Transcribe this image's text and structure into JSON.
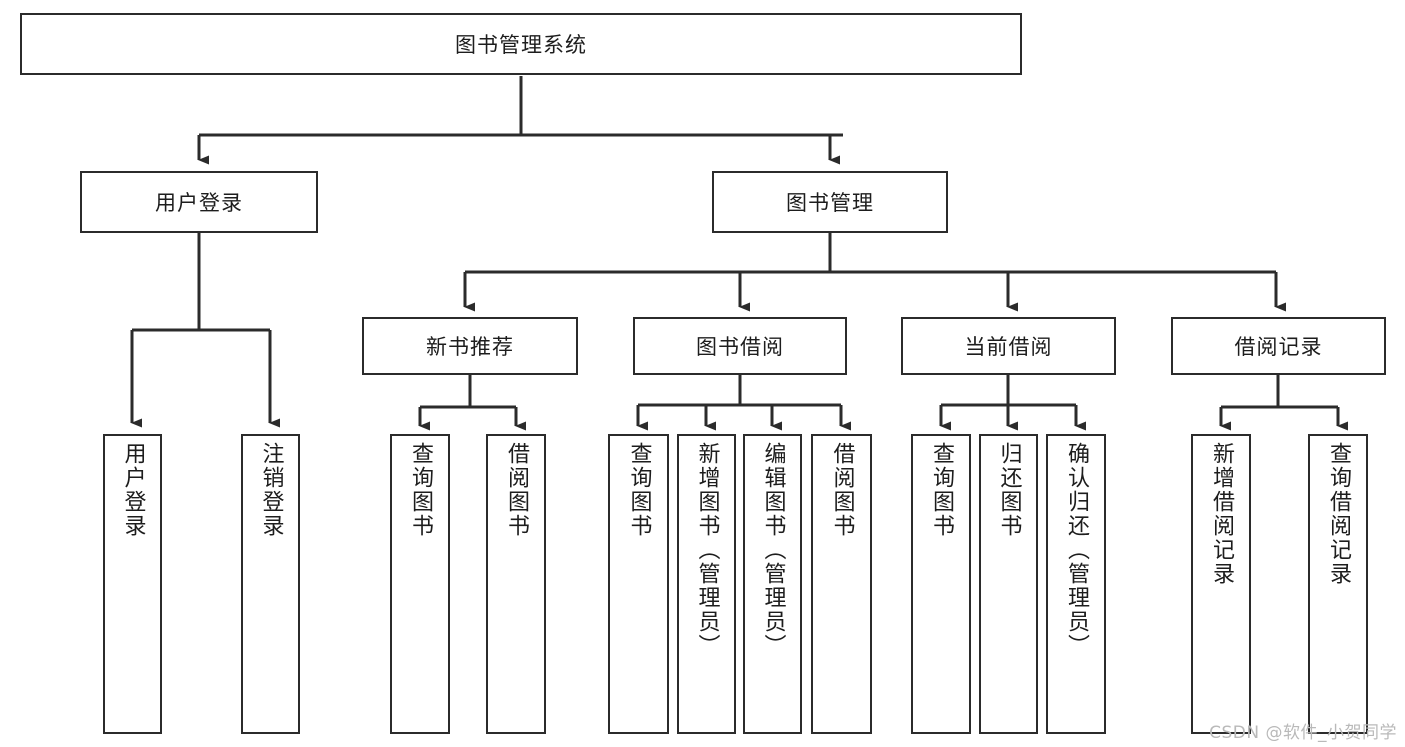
{
  "diagram": {
    "title": "图书管理系统",
    "type": "tree-hierarchy-diagram",
    "watermark": "CSDN @软件_小贺同学",
    "colors": {
      "box_border": "#2b2b2b",
      "box_fill": "#ffffff",
      "connector": "#2b2b2b",
      "text": "#1d1d1d",
      "watermark": "#b9b9b9",
      "background": "#ffffff"
    },
    "nodes": {
      "root": {
        "label": "图书管理系统",
        "orientation": "horizontal"
      },
      "level1": [
        {
          "id": "user-login",
          "label": "用户登录",
          "orientation": "horizontal"
        },
        {
          "id": "book-manage",
          "label": "图书管理",
          "orientation": "horizontal"
        }
      ],
      "level2": [
        {
          "id": "new-book-recommend",
          "label": "新书推荐",
          "orientation": "horizontal"
        },
        {
          "id": "book-borrow",
          "label": "图书借阅",
          "orientation": "horizontal"
        },
        {
          "id": "current-borrow",
          "label": "当前借阅",
          "orientation": "horizontal"
        },
        {
          "id": "borrow-record",
          "label": "借阅记录",
          "orientation": "horizontal"
        }
      ],
      "leaves": [
        {
          "id": "leaf-user-login",
          "label": "用户登录",
          "parent": "user-login",
          "orientation": "vertical"
        },
        {
          "id": "leaf-logout-login",
          "label": "注销登录",
          "parent": "user-login",
          "orientation": "vertical"
        },
        {
          "id": "leaf-query-book-1",
          "label": "查询图书",
          "parent": "new-book-recommend",
          "orientation": "vertical"
        },
        {
          "id": "leaf-borrow-book-1",
          "label": "借阅图书",
          "parent": "new-book-recommend",
          "orientation": "vertical"
        },
        {
          "id": "leaf-query-book-2",
          "label": "查询图书",
          "parent": "book-borrow",
          "orientation": "vertical"
        },
        {
          "id": "leaf-add-book",
          "label": "新增图书（管理员）",
          "parent": "book-borrow",
          "orientation": "vertical"
        },
        {
          "id": "leaf-edit-book",
          "label": "编辑图书（管理员）",
          "parent": "book-borrow",
          "orientation": "vertical"
        },
        {
          "id": "leaf-borrow-book-2",
          "label": "借阅图书",
          "parent": "book-borrow",
          "orientation": "vertical"
        },
        {
          "id": "leaf-query-book-3",
          "label": "查询图书",
          "parent": "current-borrow",
          "orientation": "vertical"
        },
        {
          "id": "leaf-return-book",
          "label": "归还图书",
          "parent": "current-borrow",
          "orientation": "vertical"
        },
        {
          "id": "leaf-confirm-return",
          "label": "确认归还（管理员）",
          "parent": "current-borrow",
          "orientation": "vertical"
        },
        {
          "id": "leaf-add-record",
          "label": "新增借阅记录",
          "parent": "borrow-record",
          "orientation": "vertical"
        },
        {
          "id": "leaf-query-record",
          "label": "查询借阅记录",
          "parent": "borrow-record",
          "orientation": "vertical"
        }
      ]
    }
  }
}
